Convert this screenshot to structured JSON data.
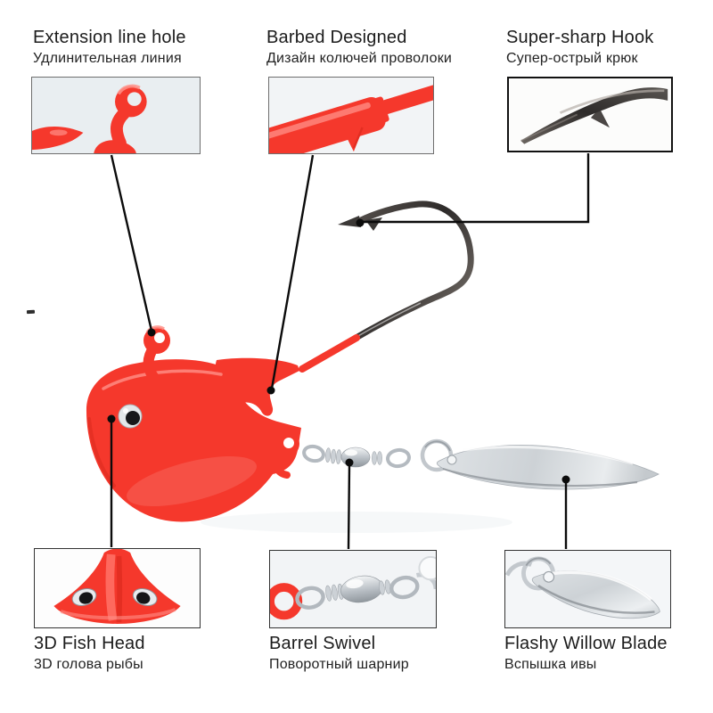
{
  "colors": {
    "accent_red": "#f5382c",
    "red_dark": "#d5271b",
    "red_light": "#ff9088",
    "metal_dark": "#3b3836",
    "silver": "#c6cbd0",
    "line_color": "#0b0b0b"
  },
  "callouts": [
    {
      "id": "extension-line-hole",
      "title": "Extension line hole",
      "subtitle": "Удлинительная линия",
      "position": "top-left"
    },
    {
      "id": "barbed-designed",
      "title": "Barbed Designed",
      "subtitle": "Дизайн колючей проволоки",
      "position": "top-center"
    },
    {
      "id": "super-sharp-hook",
      "title": "Super-sharp Hook",
      "subtitle": "Супер-острый крюк",
      "position": "top-right"
    },
    {
      "id": "fish-head",
      "title": "3D Fish Head",
      "subtitle": "3D голова рыбы",
      "position": "bottom-left"
    },
    {
      "id": "barrel-swivel",
      "title": "Barrel Swivel",
      "subtitle": "Поворотный шарнир",
      "position": "bottom-center"
    },
    {
      "id": "willow-blade",
      "title": "Flashy Willow Blade",
      "subtitle": "Вспышка ивы",
      "position": "bottom-right"
    }
  ]
}
